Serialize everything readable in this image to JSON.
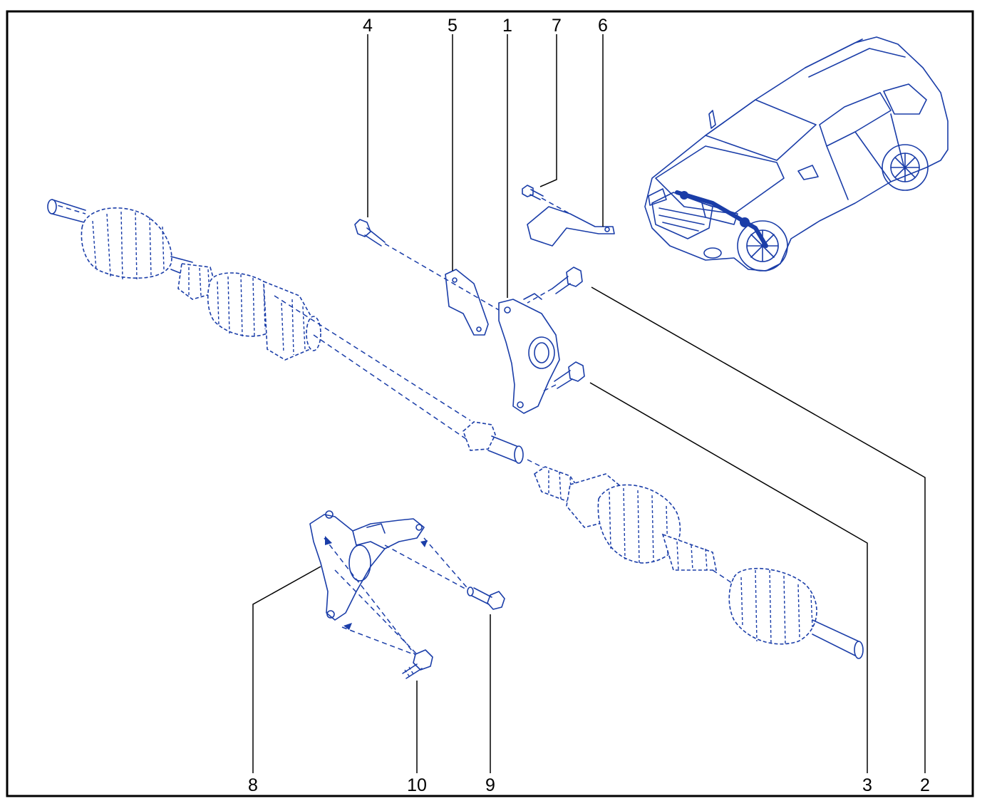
{
  "callouts": [
    {
      "id": "1",
      "label": "1"
    },
    {
      "id": "2",
      "label": "2"
    },
    {
      "id": "3",
      "label": "3"
    },
    {
      "id": "4",
      "label": "4"
    },
    {
      "id": "5",
      "label": "5"
    },
    {
      "id": "6",
      "label": "6"
    },
    {
      "id": "7",
      "label": "7"
    },
    {
      "id": "8",
      "label": "8"
    },
    {
      "id": "9",
      "label": "9"
    },
    {
      "id": "10",
      "label": "10"
    }
  ],
  "colors": {
    "line": "#1a3da8",
    "leader": "#000000",
    "frame": "#000000",
    "background": "#ffffff"
  },
  "icons": [
    "vehicle-locator-icon"
  ]
}
